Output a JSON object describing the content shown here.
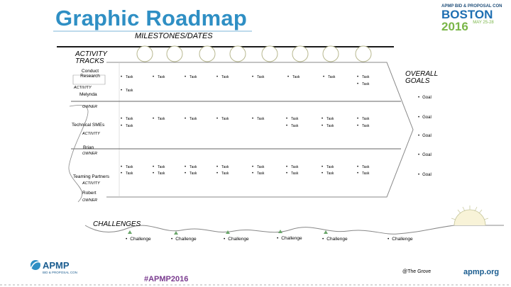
{
  "title": "Graphic Roadmap",
  "subtitle": "MILESTONES/DATES",
  "event_logo": {
    "small_text": "APMP BID & PROPOSAL CON",
    "city": "BOSTON",
    "year": "2016",
    "date": "MAY 25-28"
  },
  "activity_tracks_label": "ACTIVITY TRACKS",
  "overall_goals_label": "OVERALL GOALS",
  "tracks": [
    {
      "name": "Conduct Research",
      "activity_label": "ACTIVITY",
      "owner": "Melynda",
      "owner_label": "OWNER",
      "tasks_row1": [
        "Task",
        "Task",
        "Task",
        "Task",
        "Task",
        "Task",
        "Task",
        "Task"
      ],
      "tasks_row2": [
        "Task",
        "Task"
      ]
    },
    {
      "name": "Technical SMEs",
      "activity_label": "ACTIVITY",
      "owner": "Brian",
      "owner_label": "OWNER",
      "tasks_row1": [
        "Task",
        "Task",
        "Task",
        "Task",
        "Task",
        "Task",
        "Task",
        "Task"
      ],
      "tasks_row2": [
        "Task",
        "Task",
        "Task",
        "Task"
      ]
    },
    {
      "name": "Teaming Partners",
      "activity_label": "ACTIVITY",
      "owner": "Robert",
      "owner_label": "OWNER",
      "tasks_row1": [
        "Task",
        "Task",
        "Task",
        "Task",
        "Task",
        "Task",
        "Task",
        "Task"
      ],
      "tasks_row2": [
        "Task",
        "Task",
        "Task",
        "Task",
        "Task",
        "Task",
        "Task",
        "Task"
      ]
    }
  ],
  "goals": [
    "Goal",
    "Goal",
    "Goal",
    "Goal",
    "Goal"
  ],
  "challenges_label": "CHALLENGES",
  "challenges": [
    "Challenge",
    "Challenge",
    "Challenge",
    "Challenge",
    "Challenge",
    "Challenge"
  ],
  "footer": {
    "apmp_text": "APMP",
    "apmp_sub": "BID & PROPOSAL CON",
    "hashtag": "#APMP2016",
    "credit": "@The Grove",
    "site": "apmp.org"
  },
  "colors": {
    "title": "#2f8fc4",
    "city": "#1f6fb2",
    "year": "#7ab648",
    "hashtag": "#7a3b8f",
    "arrow_outline": "#888888"
  }
}
